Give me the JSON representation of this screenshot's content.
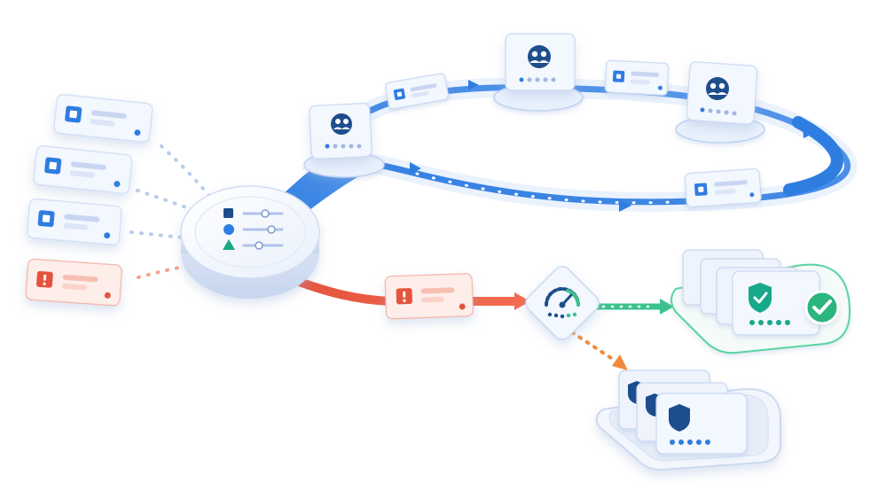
{
  "colors": {
    "blue": "#2F7DE1",
    "blue_light": "#6AA6EE",
    "navy": "#1E4E8C",
    "red": "#E5533D",
    "red_light": "#F7B7A8",
    "green": "#3CC38D",
    "green_dark": "#2E9E6F",
    "teal": "#17A98A",
    "orange": "#F08A3C",
    "card": "#EEF3FC",
    "card_edge": "#C9D8F1",
    "pill": "#C8D6F2"
  },
  "inputs": [
    {
      "status": "normal",
      "icon": "square-icon"
    },
    {
      "status": "normal",
      "icon": "square-icon"
    },
    {
      "status": "normal",
      "icon": "square-icon"
    },
    {
      "status": "error",
      "icon": "exclamation-icon"
    }
  ],
  "hub": {
    "rows": [
      {
        "shape": "square",
        "color": "navy"
      },
      {
        "shape": "circle",
        "color": "blue"
      },
      {
        "shape": "triangle",
        "color": "teal"
      }
    ]
  },
  "loop_nodes": [
    {
      "icon": "people-icon"
    },
    {
      "icon": "people-icon"
    },
    {
      "icon": "people-icon"
    }
  ],
  "loop_packets": [
    {
      "icon": "square-icon"
    },
    {
      "icon": "square-icon"
    },
    {
      "icon": "square-icon"
    }
  ],
  "error_packet": {
    "icon": "exclamation-icon"
  },
  "gauge": {
    "icon": "gauge-icon"
  },
  "approved_stack": {
    "count": 4,
    "icon": "shield-icon",
    "badge": "check-icon"
  },
  "quarantine_stack": {
    "count": 3,
    "icon": "shield-icon"
  }
}
